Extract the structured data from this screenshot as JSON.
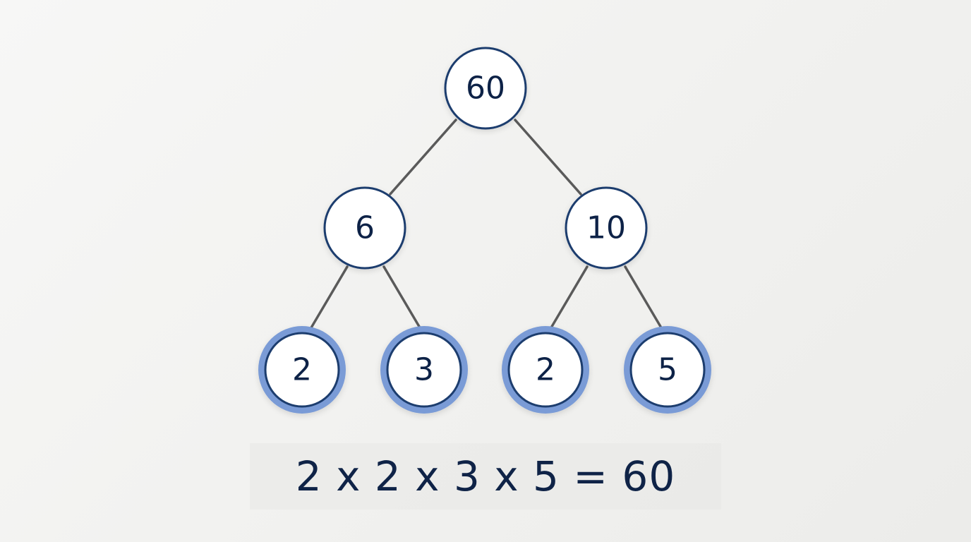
{
  "tree": {
    "root": "60",
    "level1": [
      "6",
      "10"
    ],
    "leaves": [
      "2",
      "3",
      "2",
      "5"
    ]
  },
  "equation": "2 x 2 x 3 x 5 = 60",
  "colors": {
    "node_border": "#1d3c6e",
    "leaf_halo": "#7a9bd6",
    "text": "#0f2347",
    "edge": "#5a5a5a"
  }
}
